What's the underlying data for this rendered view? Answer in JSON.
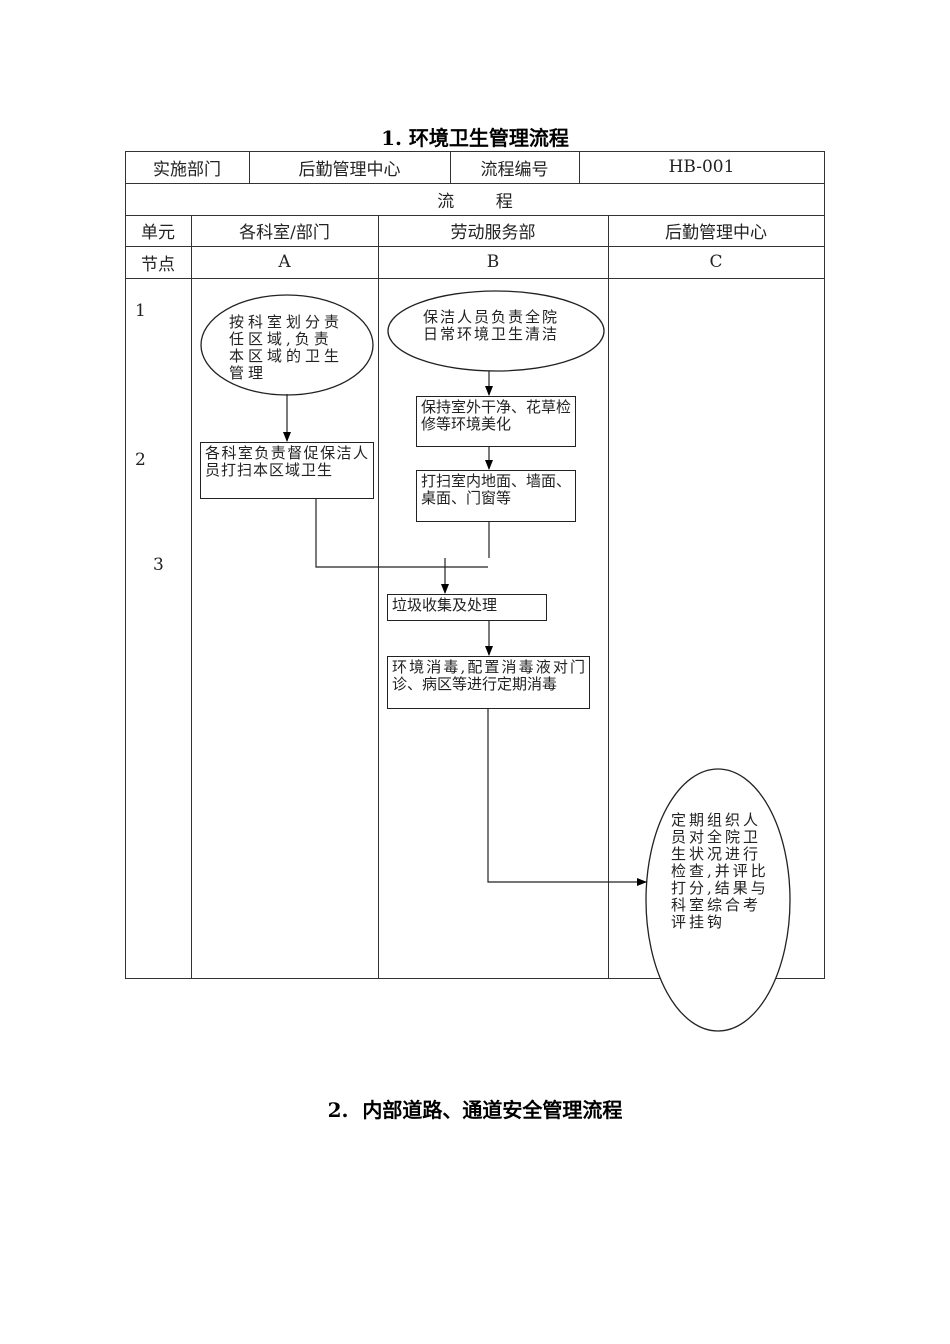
{
  "section1": {
    "title": "1. 环境卫生管理流程",
    "header": {
      "dept_label": "实施部门",
      "dept_value": "后勤管理中心",
      "code_label": "流程编号",
      "code_value": "HB-001"
    },
    "flow_label": "流 程",
    "unit_label": "单元",
    "node_label": "节点",
    "columns": [
      {
        "unit": "各科室/部门",
        "node": "A"
      },
      {
        "unit": "劳动服务部",
        "node": "B"
      },
      {
        "unit": "后勤管理中心",
        "node": "C"
      }
    ],
    "node_numbers": [
      "1",
      "2",
      "3"
    ],
    "steps": {
      "a1": "按科室划分责任区域,负责本区域的卫生管理",
      "a2": "各科室负责督促保洁人员打扫本区域卫生",
      "b1": "保洁人员负责全院日常环境卫生清洁",
      "b2": "保持室外干净、花草检修等环境美化",
      "b3": "打扫室内地面、墙面、桌面、门窗等",
      "b4": "垃圾收集及处理",
      "b5": "环境消毒,配置消毒液对门诊、病区等进行定期消毒",
      "c1": "定期组织人员对全院卫生状况进行检查,并评比打分,结果与科室综合考评挂钩"
    }
  },
  "section2": {
    "title": "2.  内部道路、通道安全管理流程"
  }
}
